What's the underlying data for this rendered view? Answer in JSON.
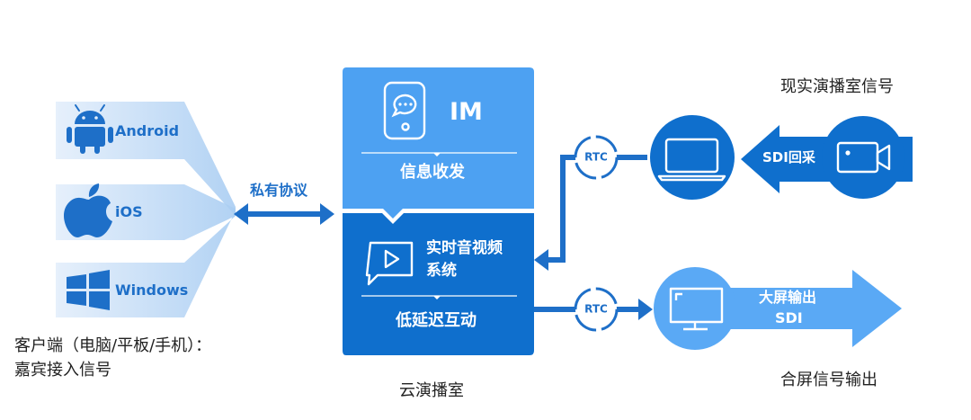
{
  "clients": {
    "items": [
      {
        "label": "Android",
        "icon": "android-icon"
      },
      {
        "label": "iOS",
        "icon": "apple-icon"
      },
      {
        "label": "Windows",
        "icon": "windows-icon"
      }
    ],
    "caption_line1": "客户端（电脑/平板/手机）：",
    "caption_line2": "嘉宾接入信号"
  },
  "protocol_label": "私有协议",
  "cloud": {
    "im_title": "IM",
    "im_subtitle": "信息收发",
    "av_title_line1": "实时音视频",
    "av_title_line2": "系统",
    "av_subtitle": "低延迟互动",
    "caption": "云演播室"
  },
  "rtc_label": "RTC",
  "studio": {
    "caption": "现实演播室信号",
    "sdi_in_label": "SDI回采"
  },
  "output": {
    "label_line1": "大屏输出",
    "label_line2": "SDI",
    "caption": "合屏信号输出"
  },
  "colors": {
    "primary_blue": "#0f6fcd",
    "light_blue": "#4da1f2",
    "client_bg": "#e3eefb",
    "output_light": "#5aa9f5"
  }
}
